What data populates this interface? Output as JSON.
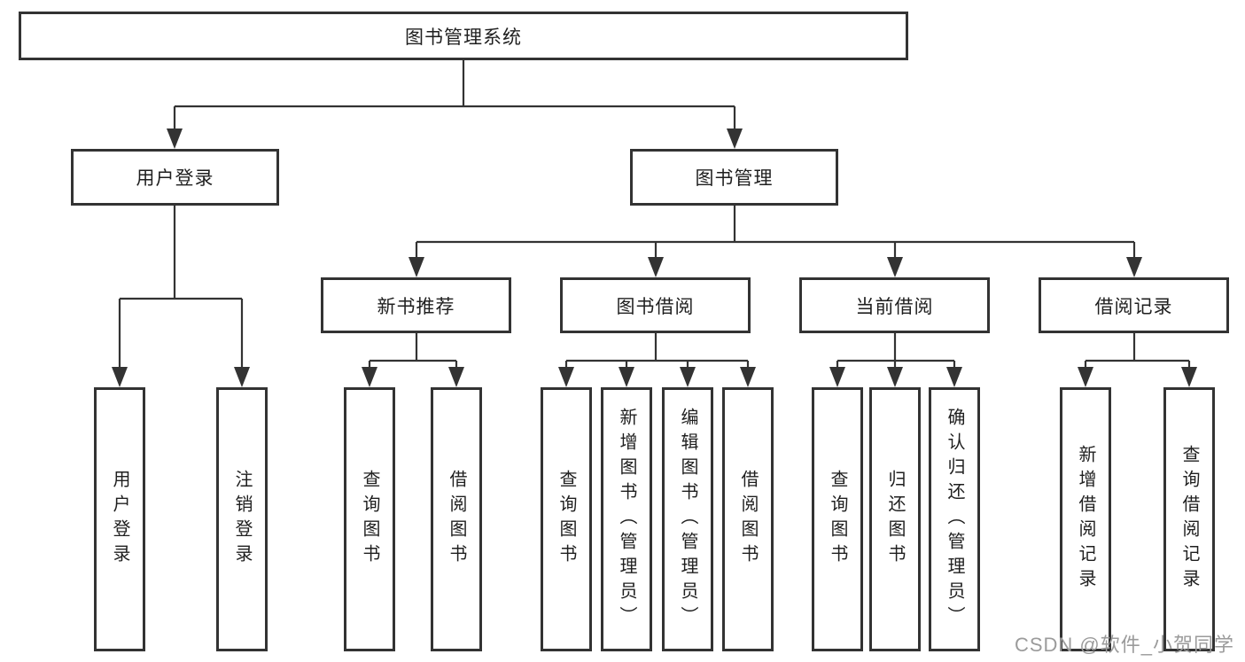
{
  "diagram": {
    "title": "图书管理系统",
    "nodes": {
      "root": "图书管理系统",
      "user_login": "用户登录",
      "book_mgmt": "图书管理",
      "new_book_rec": "新书推荐",
      "book_borrow": "图书借阅",
      "current_borrow": "当前借阅",
      "borrow_records": "借阅记录",
      "leaf_user_login": "用户登录",
      "leaf_logout": "注销登录",
      "rec_query_book": "查询图书",
      "rec_borrow_book": "借阅图书",
      "bb_query_book": "查询图书",
      "bb_add_book": "新增图书（管理员）",
      "bb_edit_book": "编辑图书（管理员）",
      "bb_borrow_book": "借阅图书",
      "cb_query_book": "查询图书",
      "cb_return_book": "归还图书",
      "cb_confirm_return": "确认归还（管理员）",
      "br_add_record": "新增借阅记录",
      "br_query_record": "查询借阅记录"
    },
    "colors": {
      "line": "#333333",
      "text": "#1f1f1f",
      "watermark": "#9b9b9b"
    }
  },
  "watermark": {
    "text": "CSDN @软件_小贺同学"
  }
}
